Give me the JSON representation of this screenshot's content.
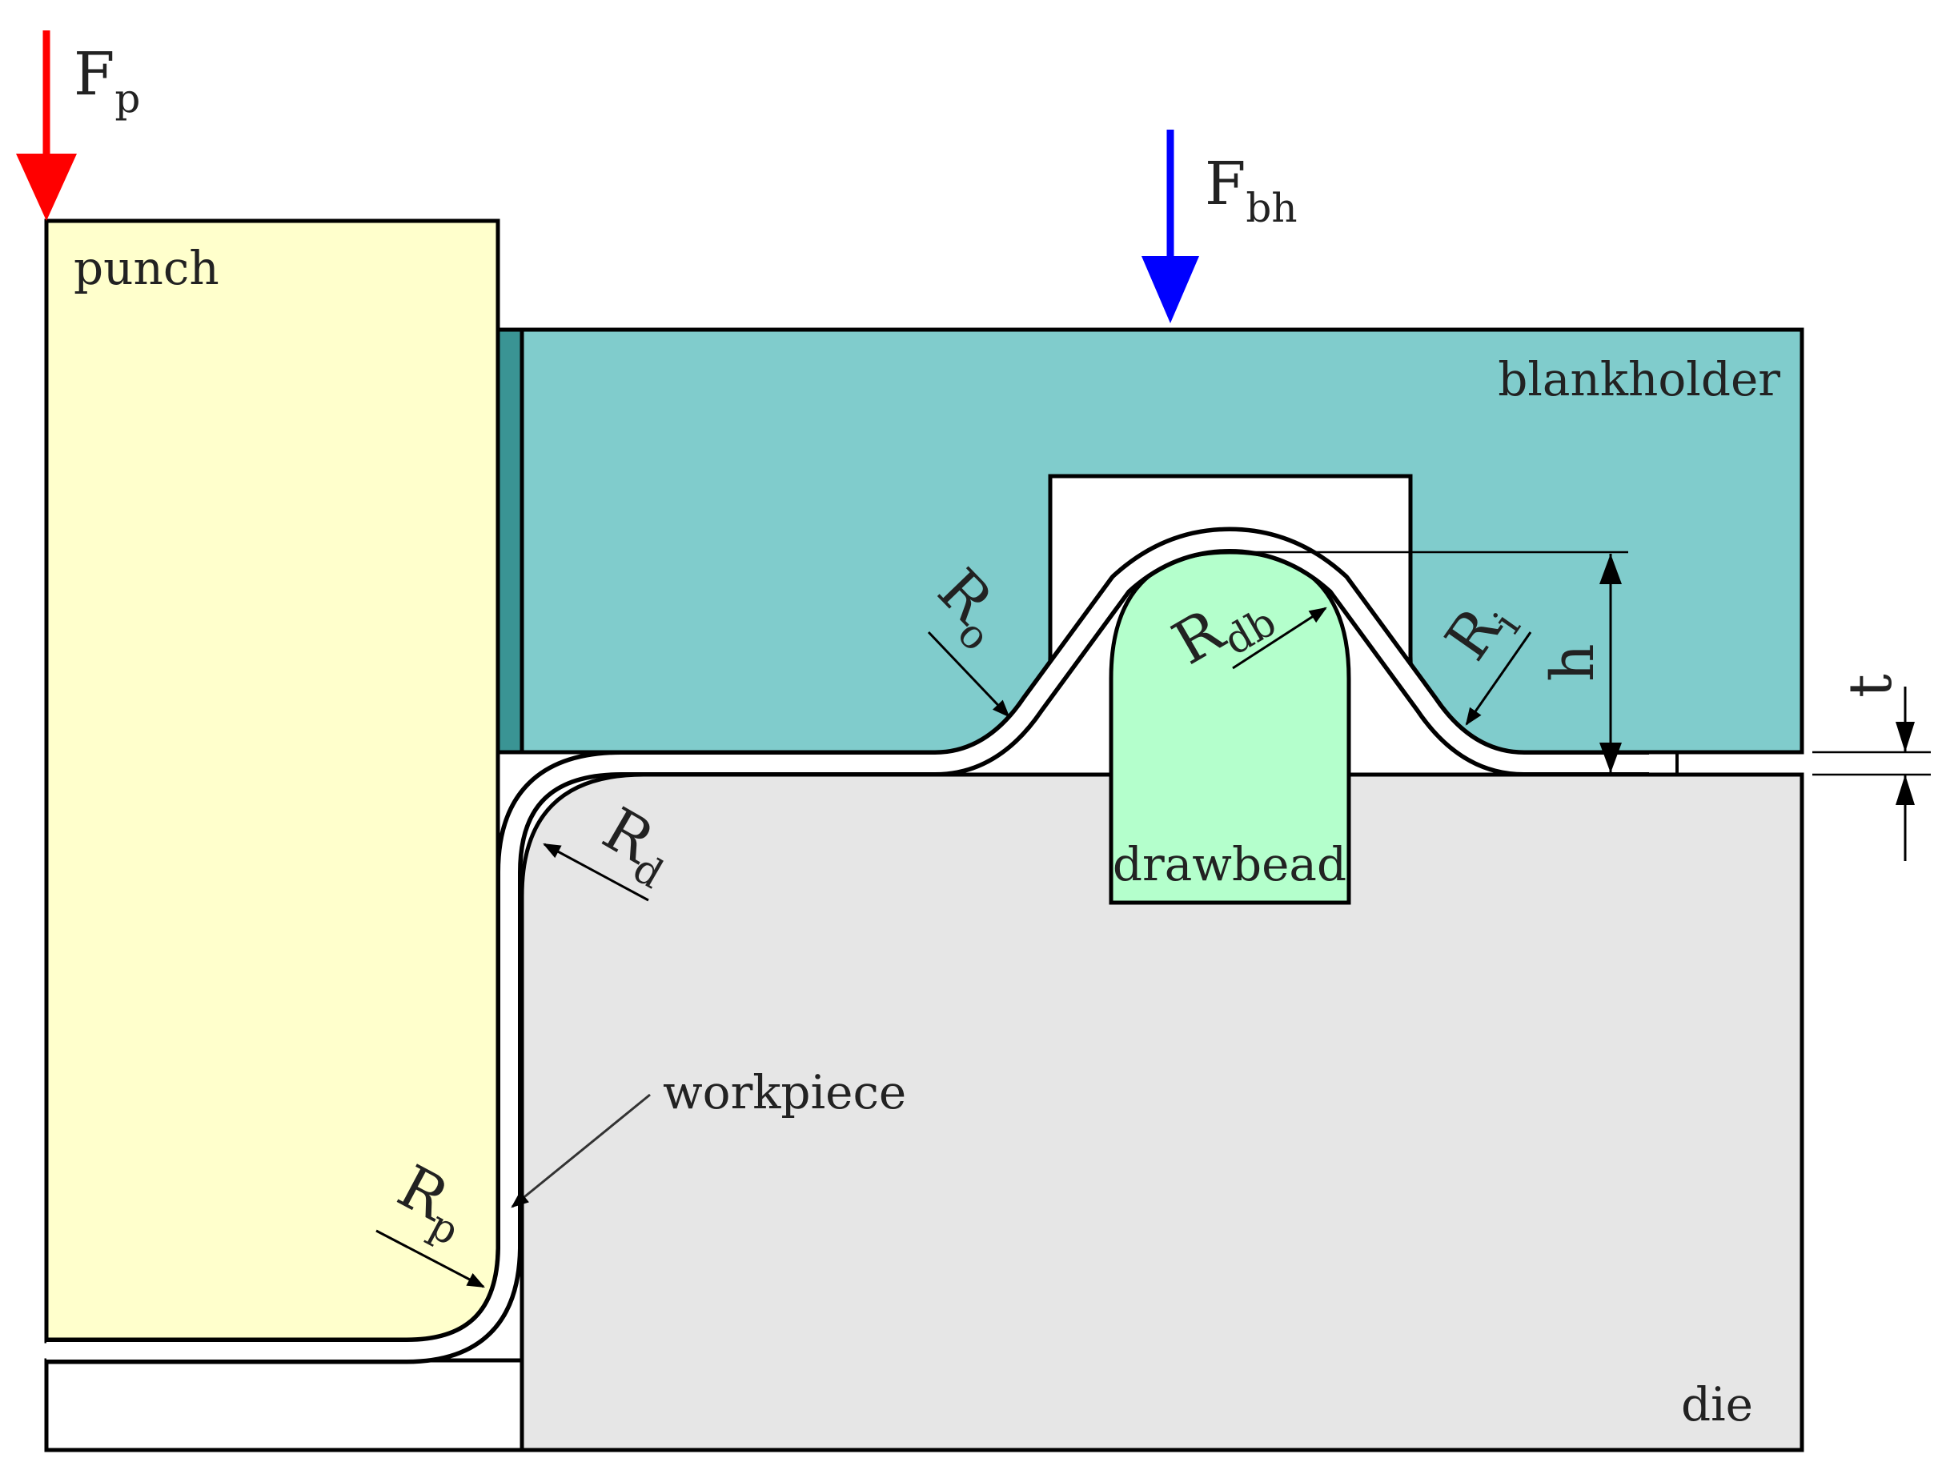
{
  "labels": {
    "punch": "punch",
    "blankholder": "blankholder",
    "drawbead": "drawbead",
    "die": "die",
    "workpiece": "workpiece"
  },
  "forces": {
    "punch": {
      "symbol": "F",
      "sub": "p"
    },
    "blankholder": {
      "symbol": "F",
      "sub": "bh"
    }
  },
  "dimensions": {
    "Ro": {
      "symbol": "R",
      "sub": "o"
    },
    "Rdb": {
      "symbol": "R",
      "sub": "db"
    },
    "Ri": {
      "symbol": "R",
      "sub": "i"
    },
    "Rd": {
      "symbol": "R",
      "sub": "d"
    },
    "Rp": {
      "symbol": "R",
      "sub": "p"
    },
    "h": "h",
    "t": "t"
  },
  "colors": {
    "punch": "#FFFFCC",
    "blankholder": "#80CCCC",
    "blankholder_guide": "#3A9494",
    "drawbead": "#B4FFCC",
    "die": "#E6E6E6",
    "punch_force": "#FF0000",
    "blankholder_force": "#0000FF",
    "outline": "#000000"
  }
}
